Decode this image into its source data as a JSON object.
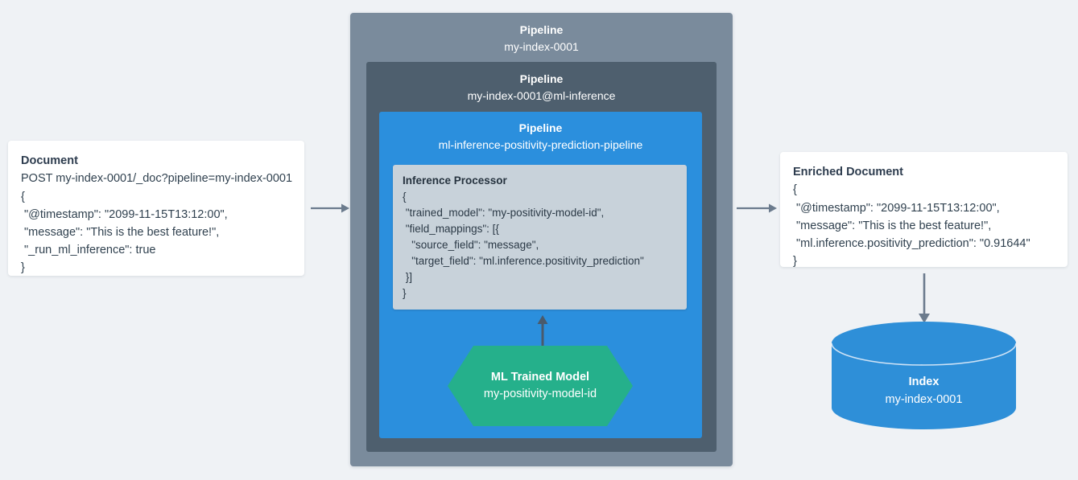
{
  "page": {
    "background_color": "#eff2f5",
    "title": "Elasticsearch ML inference ingest pipeline diagram"
  },
  "colors": {
    "outer_pipeline": "#7a8b9c",
    "mid_pipeline": "#4e5f6e",
    "inner_pipeline": "#2b8fdd",
    "processor_panel": "#c8d2da",
    "ml_model_hex": "#25b08b",
    "index_cylinder": "#2e8fd8",
    "arrow": "#6b7b8d",
    "card_background": "#ffffff",
    "text_dark": "#2d3c4e",
    "text_light": "#ffffff"
  },
  "document_card": {
    "title": "Document",
    "lines": [
      "POST my-index-0001/_doc?pipeline=my-index-0001",
      "{",
      " \"@timestamp\": \"2099-11-15T13:12:00\",",
      " \"message\": \"This is the best feature!\",",
      " \"_run_ml_inference\": true",
      "}"
    ]
  },
  "pipelines": {
    "outer": {
      "label": "Pipeline",
      "name": "my-index-0001"
    },
    "middle": {
      "label": "Pipeline",
      "name": "my-index-0001@ml-inference"
    },
    "inner": {
      "label": "Pipeline",
      "name": "ml-inference-positivity-prediction-pipeline"
    }
  },
  "inference_processor": {
    "title": "Inference Processor",
    "lines": [
      "{",
      " \"trained_model\": \"my-positivity-model-id\",",
      " \"field_mappings\": [{",
      "   \"source_field\": \"message\",",
      "   \"target_field\": \"ml.inference.positivity_prediction\"",
      " }]",
      "}"
    ]
  },
  "ml_model": {
    "title": "ML Trained Model",
    "name": "my-positivity-model-id"
  },
  "enriched_document_card": {
    "title": "Enriched Document",
    "lines": [
      "{",
      " \"@timestamp\": \"2099-11-15T13:12:00\",",
      " \"message\": \"This is the best feature!\",",
      " \"ml.inference.positivity_prediction\": \"0.91644\"",
      "}"
    ]
  },
  "index": {
    "title": "Index",
    "name": "my-index-0001"
  },
  "arrows": [
    {
      "id": "document-to-pipeline",
      "direction": "right"
    },
    {
      "id": "pipeline-to-enriched-document",
      "direction": "right"
    },
    {
      "id": "ml-model-to-processor",
      "direction": "up"
    },
    {
      "id": "enriched-document-to-index",
      "direction": "down"
    }
  ]
}
